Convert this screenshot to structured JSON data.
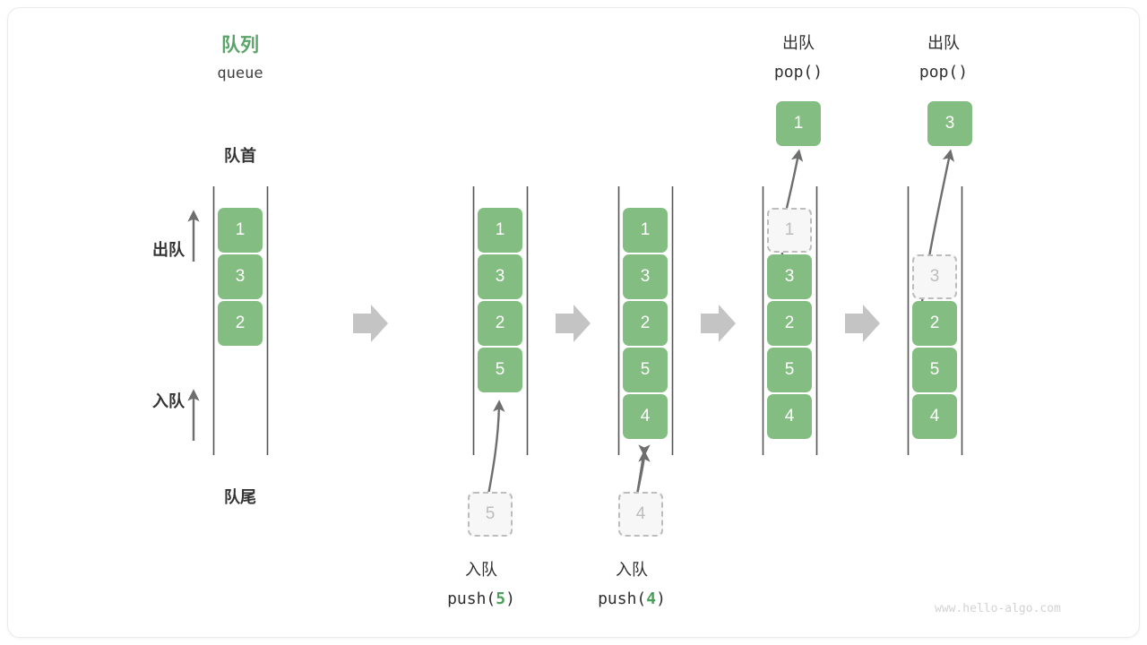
{
  "figure": {
    "title_cn": "队列",
    "title_en": "queue",
    "front_label": "队首",
    "rear_label": "队尾",
    "dequeue_side_label": "出队",
    "enqueue_side_label": "入队",
    "watermark": "www.hello-algo.com",
    "accent_green": "#84bd81",
    "title_green": "#5AA469",
    "ghost_gray": "#bcbcbc",
    "arrow_gray": "#c4c4c4"
  },
  "stages": [
    {
      "id": "initial",
      "cells": [
        "1",
        "3",
        "2"
      ],
      "ghost_index": null,
      "op_cn": "",
      "op_code": "",
      "incoming": null,
      "popped": null
    },
    {
      "id": "push-5",
      "cells": [
        "1",
        "3",
        "2",
        "5"
      ],
      "ghost_index": null,
      "op_cn": "入队",
      "op_code_prefix": "push(",
      "op_code_value": "5",
      "op_code_suffix": ")",
      "incoming": "5",
      "popped": null
    },
    {
      "id": "push-4",
      "cells": [
        "1",
        "3",
        "2",
        "5",
        "4"
      ],
      "ghost_index": null,
      "op_cn": "入队",
      "op_code_prefix": "push(",
      "op_code_value": "4",
      "op_code_suffix": ")",
      "incoming": "4",
      "popped": null
    },
    {
      "id": "pop-1",
      "cells": [
        "1",
        "3",
        "2",
        "5",
        "4"
      ],
      "ghost_index": 0,
      "op_cn": "出队",
      "op_code_prefix": "pop(",
      "op_code_value": "",
      "op_code_suffix": ")",
      "incoming": null,
      "popped": "1"
    },
    {
      "id": "pop-3",
      "cells": [
        "",
        "3",
        "2",
        "5",
        "4"
      ],
      "ghost_index": 1,
      "op_cn": "出队",
      "op_code_prefix": "pop(",
      "op_code_value": "",
      "op_code_suffix": ")",
      "incoming": null,
      "popped": "3"
    }
  ],
  "cell_values": {
    "s0": [
      "1",
      "3",
      "2"
    ],
    "s1": [
      "1",
      "3",
      "2",
      "5"
    ],
    "s2": [
      "1",
      "3",
      "2",
      "5",
      "4"
    ],
    "s3": [
      "1",
      "3",
      "2",
      "5",
      "4"
    ],
    "s4": [
      "3",
      "2",
      "5",
      "4"
    ]
  },
  "popped_boxes": {
    "p1": "1",
    "p2": "3"
  },
  "incoming_boxes": {
    "i1": "5",
    "i2": "4"
  },
  "ops": {
    "push5_cn": "入队",
    "push5_code_pre": "push(",
    "push5_code_val": "5",
    "push5_code_post": ")",
    "push4_cn": "入队",
    "push4_code_pre": "push(",
    "push4_code_val": "4",
    "push4_code_post": ")",
    "pop1_cn": "出队",
    "pop1_code": "pop()",
    "pop2_cn": "出队",
    "pop2_code": "pop()"
  }
}
